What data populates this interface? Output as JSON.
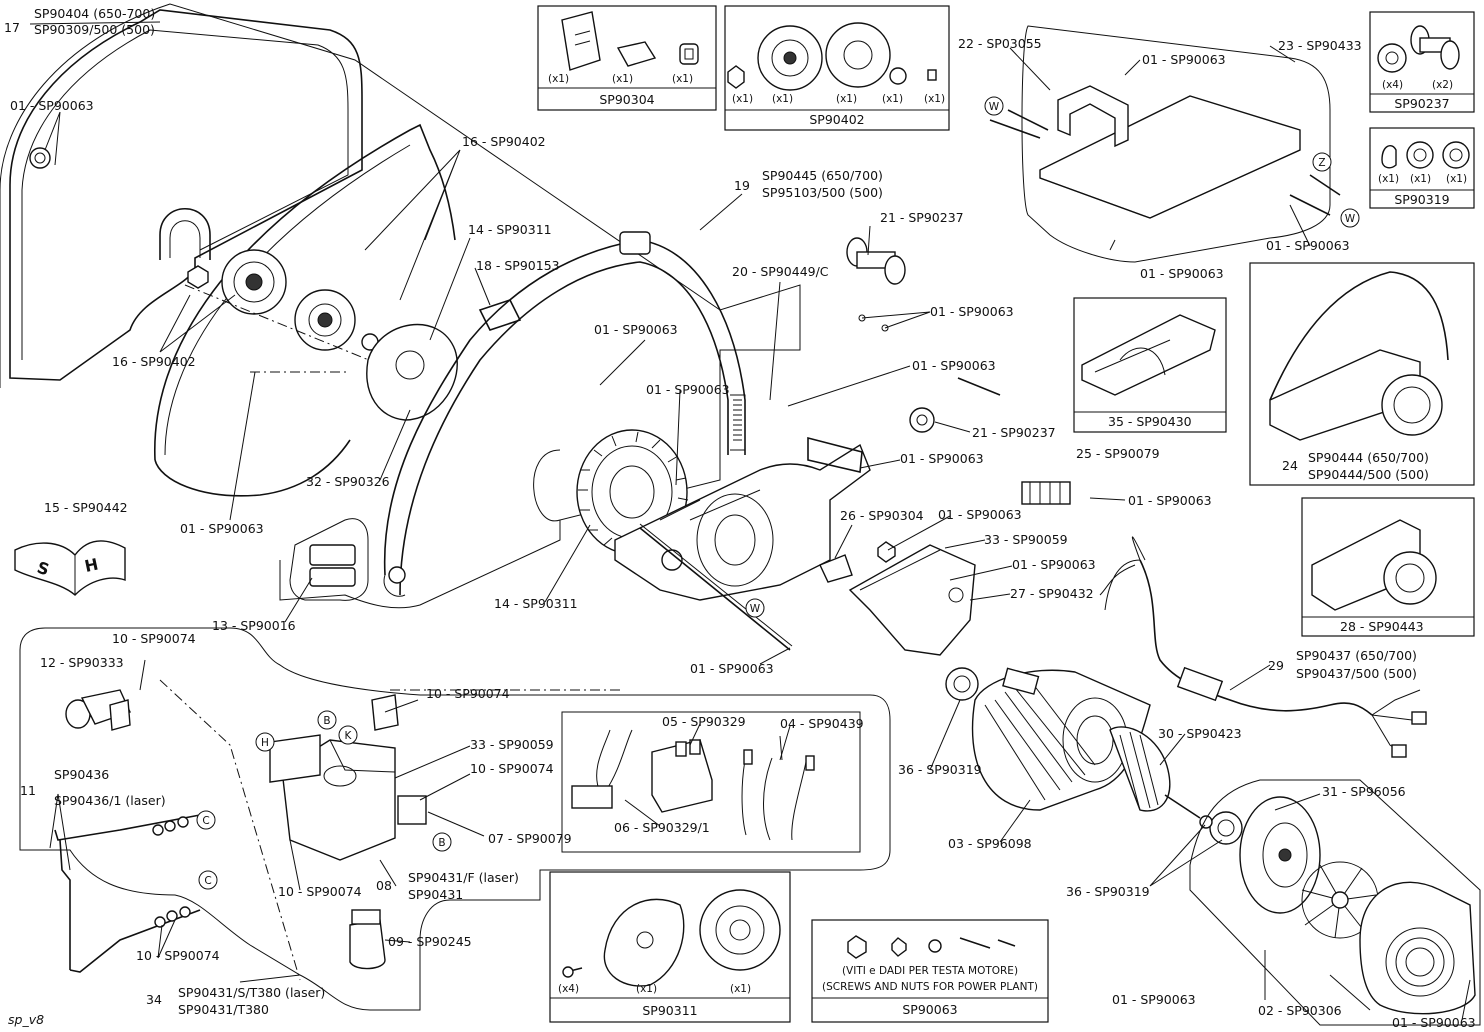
{
  "labels": {
    "l17_a": "SP90404 (650-700)",
    "l17_b": "SP90309/500 (500)",
    "l17_n": "17",
    "l01_a": "01 - SP90063",
    "l16_a": "16 - SP90402",
    "l16_b": "16 - SP90402",
    "l14_a": "14 - SP90311",
    "l18": "18 - SP90153",
    "l19_n": "19",
    "l19_a": "SP90445 (650/700)",
    "l19_b": "SP95103/500 (500)",
    "l20": "20 - SP90449/C",
    "l21_a": "21 - SP90237",
    "l22": "22 - SP03055",
    "l01_b": "01 - SP90063",
    "l23": "23 - SP90433",
    "l01_c": "01 - SP90063",
    "l01_d": "01 - SP90063",
    "l01_e": "01 - SP90063",
    "l01_f": "01 - SP90063",
    "l01_g": "01 - SP90063",
    "l21_b": "21 - SP90237",
    "l01_h": "01 - SP90063",
    "l25": "25 - SP90079",
    "l01_i": "01 - SP90063",
    "l32": "32 - SP90326",
    "l01_j": "01 - SP90063",
    "l15": "15 - SP90442",
    "l26": "26 - SP90304",
    "l01_k": "01 - SP90063",
    "l33_a": "33 - SP90059",
    "l01_l": "01 - SP90063",
    "l27": "27 - SP90432",
    "l13": "13 - SP90016",
    "l14_b": "14 - SP90311",
    "l01_m": "01 - SP90063",
    "l10_a": "10 - SP90074",
    "l12": "12 - SP90333",
    "l10_b": "10 - SP90074",
    "l33_b": "33 - SP90059",
    "l10_c": "10 - SP90074",
    "l05": "05 - SP90329",
    "l04": "04 - SP90439",
    "l06": "06 - SP90329/1",
    "l07": "07 - SP90079",
    "l11_n": "11",
    "l11_a": "SP90436",
    "l11_b": "SP90436/1 (laser)",
    "l10_d": "10 - SP90074",
    "l10_e": "10 - SP90074",
    "l08_n": "08",
    "l08_a": "SP90431/F (laser)",
    "l08_b": "SP90431",
    "l09": "09 - SP90245",
    "l34_n": "34",
    "l34_a": "SP90431/S/T380 (laser)",
    "l34_b": "SP90431/T380",
    "l36_a": "36 - SP90319",
    "l03": "03 - SP96098",
    "l30": "30 - SP90423",
    "l29_n": "29",
    "l29_a": "SP90437 (650/700)",
    "l29_b": "SP90437/500 (500)",
    "l31": "31 - SP96056",
    "l36_b": "36 - SP90319",
    "l01_n": "01 - SP90063",
    "l02": "02 - SP90306",
    "l01_o": "01 - SP90063",
    "l24_n": "24",
    "l24_a": "SP90444 (650/700)",
    "l24_b": "SP90444/500 (500)",
    "l35": "35 - SP90430",
    "l28": "28 - SP90443",
    "footer": "sp_v8"
  },
  "kits": {
    "sp90304": {
      "title": "SP90304",
      "q1": "(x1)",
      "q2": "(x1)",
      "q3": "(x1)"
    },
    "sp90402": {
      "title": "SP90402",
      "q1": "(x1)",
      "q2": "(x1)",
      "q3": "(x1)",
      "q4": "(x1)",
      "q5": "(x1)"
    },
    "sp90237": {
      "title": "SP90237",
      "q1": "(x4)",
      "q2": "(x2)"
    },
    "sp90319": {
      "title": "SP90319",
      "q1": "(x1)",
      "q2": "(x1)",
      "q3": "(x1)"
    },
    "sp90311": {
      "title": "SP90311",
      "q1": "(x4)",
      "q2": "(x1)",
      "q3": "(x1)"
    },
    "sp90063": {
      "title": "SP90063",
      "line1": "(VITI e DADI PER TESTA MOTORE)",
      "line2": "(SCREWS AND NUTS FOR POWER PLANT)"
    }
  },
  "markers": {
    "w1": "W",
    "w2": "W",
    "w3": "W",
    "z": "Z",
    "b1": "B",
    "b2": "B",
    "k": "K",
    "h": "H",
    "c1": "C",
    "c2": "C"
  }
}
